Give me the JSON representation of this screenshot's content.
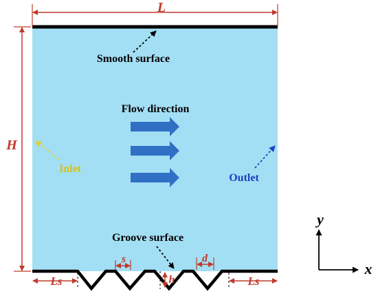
{
  "diagram": {
    "labels": {
      "length": "L",
      "height": "H",
      "smooth_surface": "Smooth surface",
      "flow_direction": "Flow direction",
      "inlet": "Inlet",
      "outlet": "Outlet",
      "groove_surface": "Groove surface",
      "spacing": "s",
      "width": "d",
      "depth": "h",
      "side_length_left": "Ls",
      "side_length_right": "Ls"
    },
    "axes": {
      "x": "x",
      "y": "y"
    },
    "colors": {
      "fluid": "#a3dff4",
      "dimension_line": "#c0392b",
      "wall": "#000000",
      "flow_arrow": "#2f6fc4",
      "inlet_text": "#d4c21a",
      "inlet_arrow": "#e0d12a",
      "outlet_text": "#1d3fbf",
      "outlet_arrow": "#1d3fbf",
      "text": "#000000"
    },
    "groove_count": 4
  }
}
